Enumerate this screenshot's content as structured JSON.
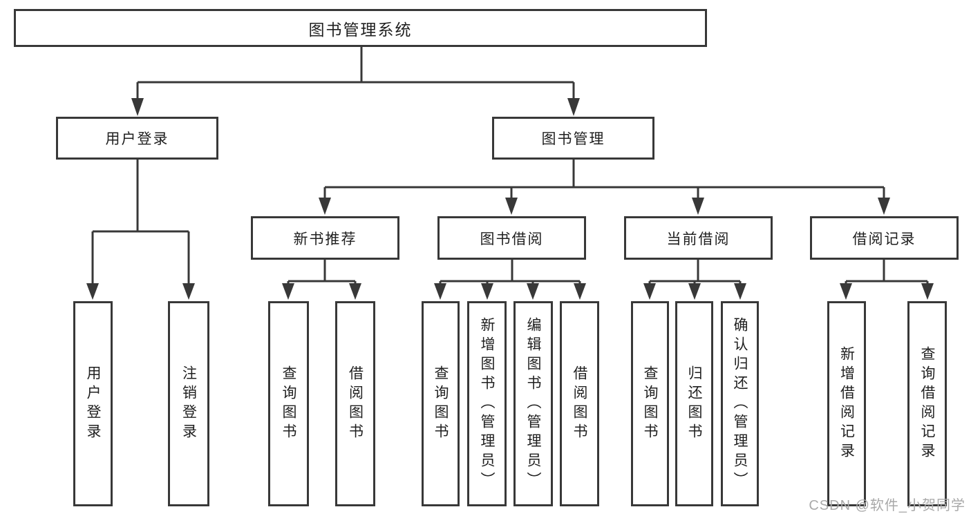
{
  "diagram": {
    "type": "hierarchy-tree",
    "colors": {
      "line": "#383838",
      "box_border": "#383838",
      "box_fill": "#ffffff",
      "text": "#1f1f1f",
      "watermark_text": "#a9a9a9",
      "background": "#ffffff"
    },
    "tree": {
      "label": "图书管理系统",
      "children": [
        {
          "label": "用户登录",
          "children": [
            {
              "label": "用户登录"
            },
            {
              "label": "注销登录"
            }
          ]
        },
        {
          "label": "图书管理",
          "children": [
            {
              "label": "新书推荐",
              "children": [
                {
                  "label": "查询图书"
                },
                {
                  "label": "借阅图书"
                }
              ]
            },
            {
              "label": "图书借阅",
              "children": [
                {
                  "label": "查询图书"
                },
                {
                  "label": "新增图书（管理员）"
                },
                {
                  "label": "编辑图书（管理员）"
                },
                {
                  "label": "借阅图书"
                }
              ]
            },
            {
              "label": "当前借阅",
              "children": [
                {
                  "label": "查询图书"
                },
                {
                  "label": "归还图书"
                },
                {
                  "label": "确认归还（管理员）"
                }
              ]
            },
            {
              "label": "借阅记录",
              "children": [
                {
                  "label": "新增借阅记录"
                },
                {
                  "label": "查询借阅记录"
                }
              ]
            }
          ]
        }
      ]
    },
    "watermark": "CSDN @软件_小贺同学"
  }
}
